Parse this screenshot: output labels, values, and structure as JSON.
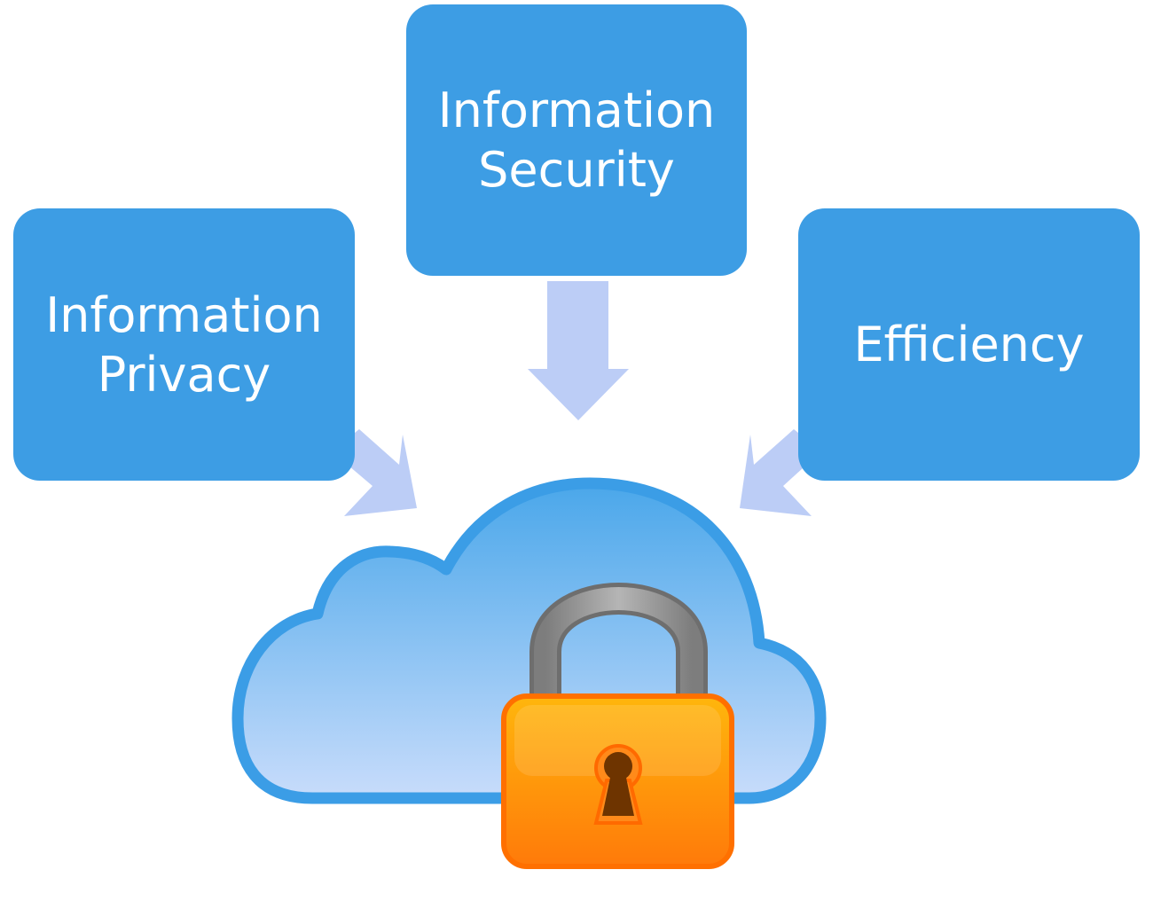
{
  "diagram": {
    "boxes": {
      "security": {
        "line1": "Information",
        "line2": "Security"
      },
      "privacy": {
        "line1": "Information",
        "line2": "Privacy"
      },
      "efficiency": {
        "line1": "Efficiency"
      }
    },
    "colors": {
      "box_fill": "#3d9de4",
      "box_text": "#ffffff",
      "arrow_fill": "#bccdf6",
      "cloud_outline": "#3b9de6",
      "cloud_top": "#4aa7ea",
      "cloud_bottom": "#c8dcfb",
      "lock_shackle": "#8c8c8c",
      "lock_body_top": "#ffb60c",
      "lock_body_bottom": "#ff7a0a",
      "lock_border": "#ff7000",
      "keyhole": "#6e3400"
    },
    "icons": [
      "cloud-icon",
      "padlock-icon",
      "keyhole-icon"
    ]
  }
}
